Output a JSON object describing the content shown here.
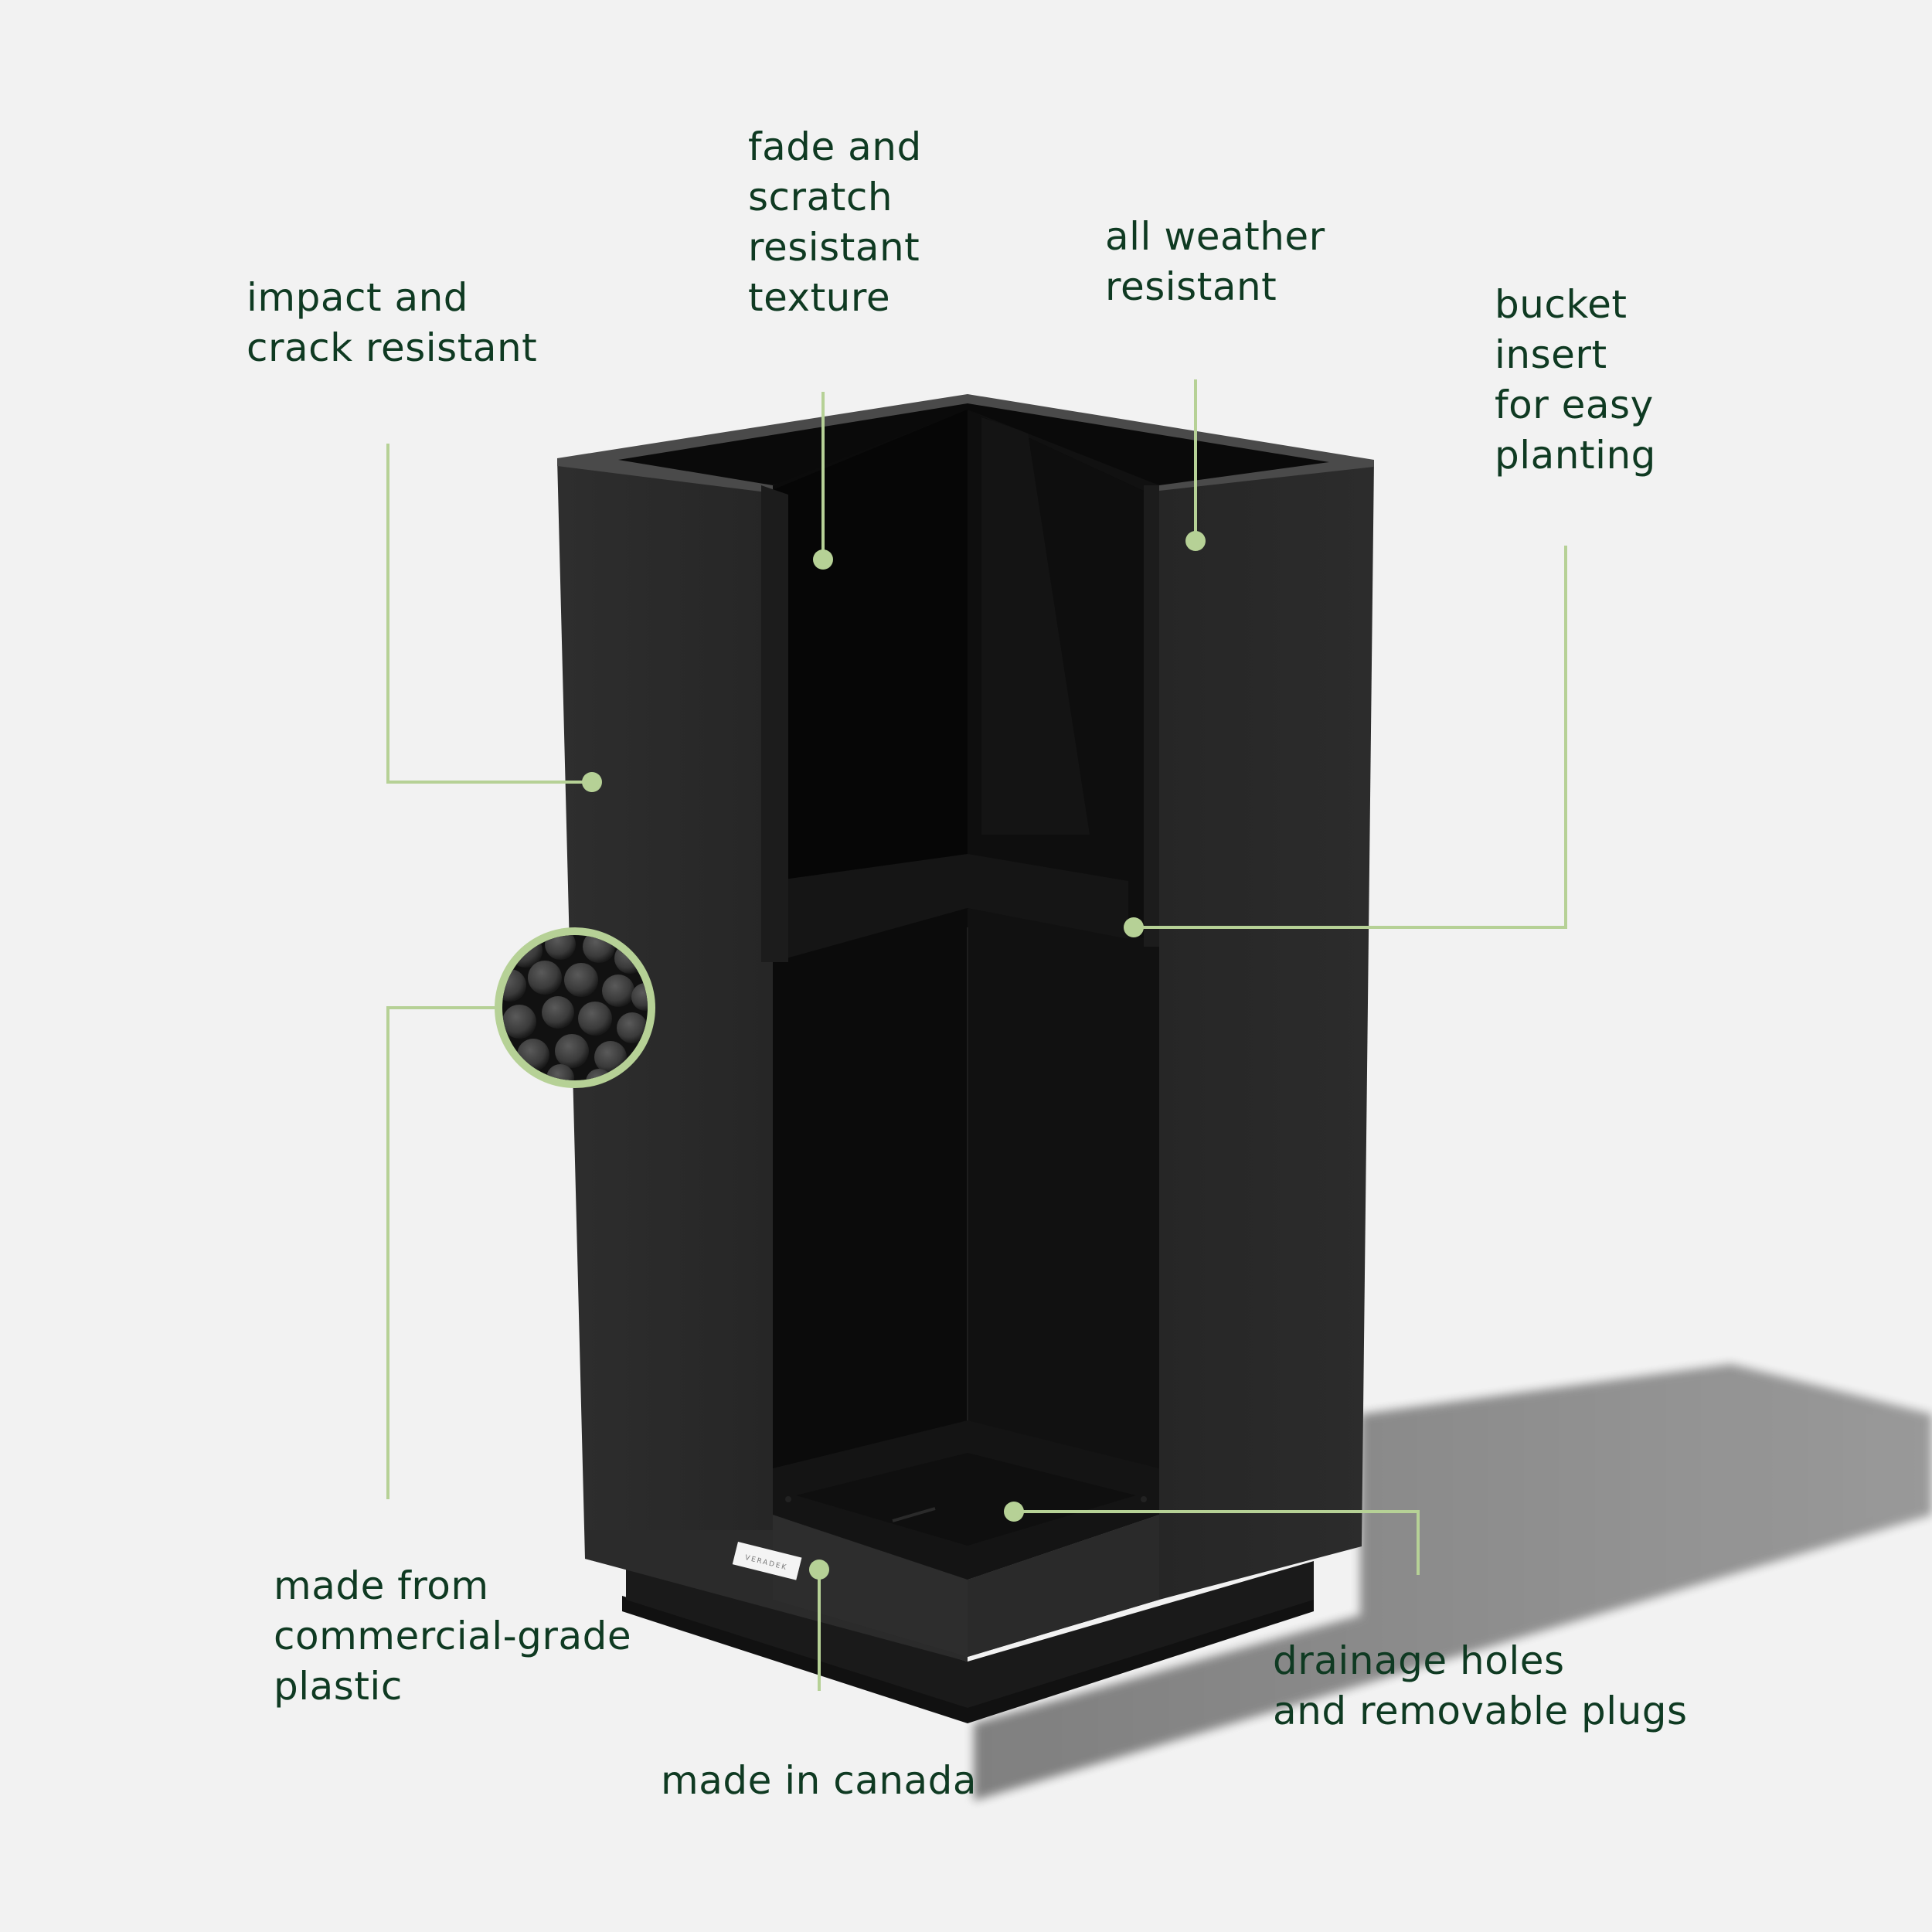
{
  "page": {
    "background": "#f2f2f2",
    "text_color": "#0f3a22",
    "accent_color": "#b6d196"
  },
  "product": {
    "name": "black square tall planter (cutaway view)",
    "badge_text": "VERADEK"
  },
  "callouts": [
    {
      "id": "impact",
      "lines": [
        "impact and",
        "crack resistant"
      ]
    },
    {
      "id": "texture",
      "lines": [
        "fade and",
        "scratch",
        "resistant",
        "texture"
      ]
    },
    {
      "id": "weather",
      "lines": [
        "all weather",
        "resistant"
      ]
    },
    {
      "id": "bucket",
      "lines": [
        "bucket",
        "insert",
        "for easy",
        "planting"
      ]
    },
    {
      "id": "plastic",
      "lines": [
        "made from",
        "commercial-grade",
        "plastic"
      ]
    },
    {
      "id": "canada",
      "lines": [
        "made in canada"
      ]
    },
    {
      "id": "drainage",
      "lines": [
        "drainage holes",
        "and removable plugs"
      ]
    }
  ]
}
